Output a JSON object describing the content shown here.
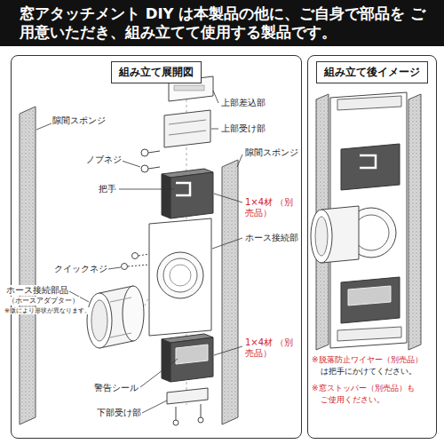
{
  "diagram": {
    "title": "窓アタッチメント DIY は本製品の他に、ご自身で部品を ご用意いただき、組み立てて使用する製品です。",
    "nodes": [
      {
        "text": [
          "組み立て展開図"
        ]
      },
      {
        "text": [
          "組み立て後イメージ"
        ]
      }
    ],
    "labels": [
      "上部差込部",
      "上部受け部",
      "隙間スポンジ",
      "ノブネジ",
      "隙間スポンジ",
      "把手",
      "1×4材 （別売品）",
      "ホース接続部",
      "クイックネジ",
      "ホース接続部品",
      "（ホースアダプター）",
      "※版により形状が異なります。",
      "警告シール",
      "1×4材 （別売品）",
      "下部受け部",
      "※脱落防止ワイヤー（別売品）",
      "は把手にかけてください。",
      "※窓ストッパー（別売品）も",
      "ご使用ください。"
    ]
  }
}
